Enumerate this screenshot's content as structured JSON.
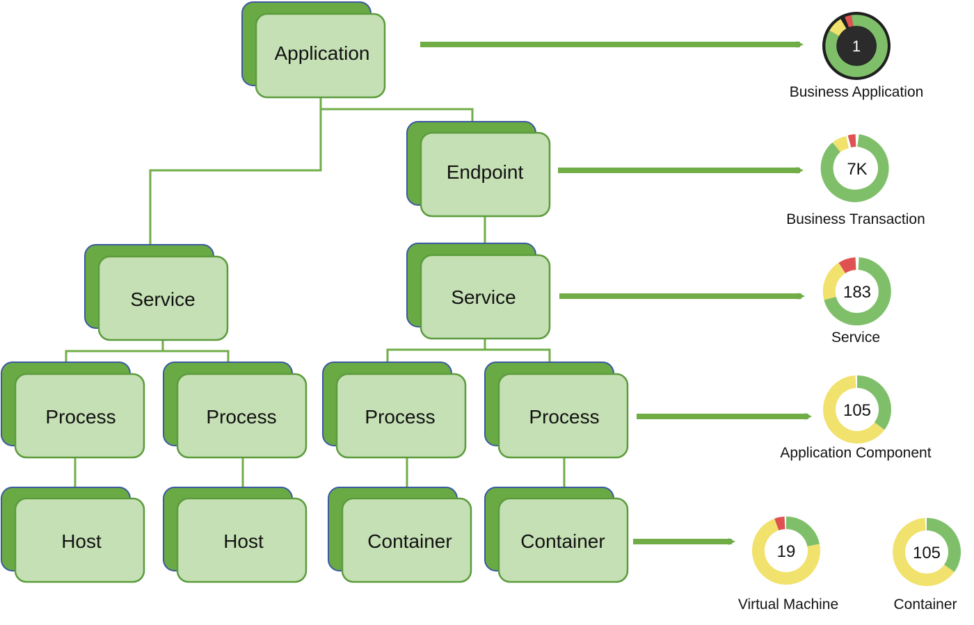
{
  "nodes": {
    "application": "Application",
    "endpoint": "Endpoint",
    "service_left": "Service",
    "service_right": "Service",
    "process_1": "Process",
    "process_2": "Process",
    "process_3": "Process",
    "process_4": "Process",
    "host_1": "Host",
    "host_2": "Host",
    "container_1": "Container",
    "container_2": "Container"
  },
  "metrics": {
    "business_application": {
      "value": "1",
      "caption": "Business Application"
    },
    "business_transaction": {
      "value": "7K",
      "caption": "Business Transaction"
    },
    "service": {
      "value": "183",
      "caption": "Service"
    },
    "application_component": {
      "value": "105",
      "caption": "Application Component"
    },
    "virtual_machine": {
      "value": "19",
      "caption": "Virtual Machine"
    },
    "container": {
      "value": "105",
      "caption": "Container"
    }
  },
  "colors": {
    "node_fill": "#c5e0b4",
    "node_border": "#5b9b3c",
    "node_shadow": "#6aaa45",
    "node_shadow_border": "#3a58a0",
    "connector": "#70ad47",
    "arrow": "#70ad47",
    "status_green": "#7fbf6a",
    "status_yellow": "#f1e16d",
    "status_red": "#e05252",
    "donut_center_dark": "#2b2b2b"
  }
}
